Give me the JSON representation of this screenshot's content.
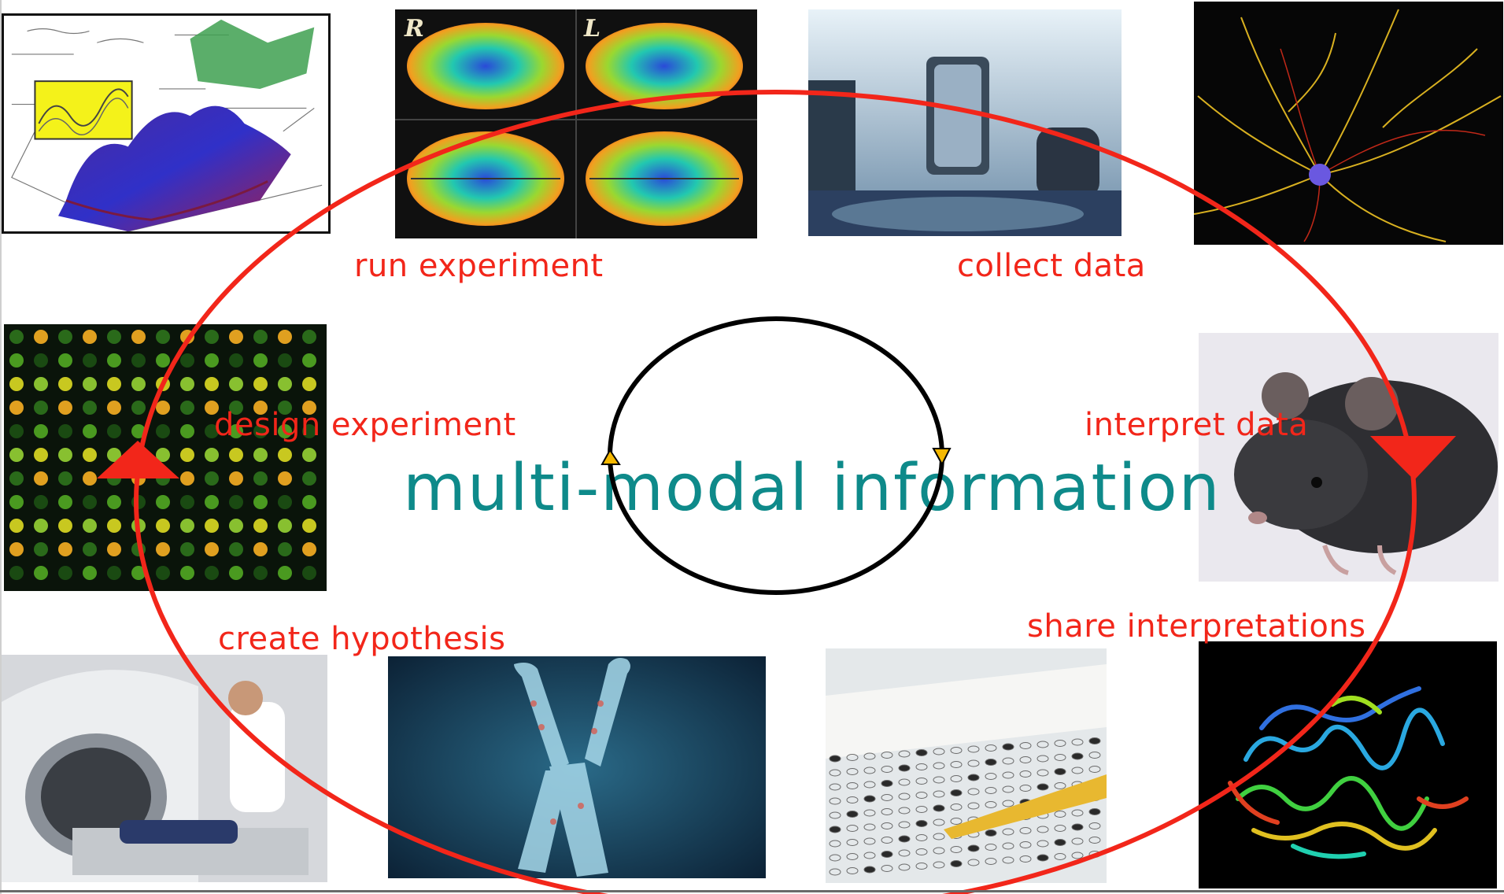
{
  "labels": {
    "run_experiment": "run experiment",
    "collect_data": "collect data",
    "design_experiment": "design experiment",
    "interpret_data": "interpret data",
    "create_hypothesis": "create hypothesis",
    "share_interpretations": "share interpretations"
  },
  "center": {
    "label": "multi-modal information"
  },
  "brain_image": {
    "right_label": "R",
    "left_label": "L"
  },
  "colors": {
    "outer_cycle": "#f2261a",
    "inner_cycle": "#000000",
    "inner_arrowheads": "#f5b800",
    "center_text": "#0e8a8a",
    "stage_labels": "#f2261a"
  },
  "images": [
    "math-surface-plot-image",
    "brain-activity-map-image",
    "microscope-image",
    "neuron-image",
    "microarray-image",
    "mouse-image",
    "mri-scanner-image",
    "chromosome-image",
    "answer-sheet-image",
    "protein-structure-image"
  ]
}
